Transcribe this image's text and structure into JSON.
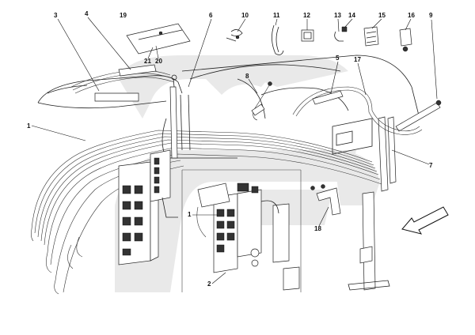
{
  "callouts": [
    {
      "id": "c1",
      "text": "1"
    },
    {
      "id": "c1b",
      "text": "1"
    },
    {
      "id": "c2",
      "text": "2"
    },
    {
      "id": "c3",
      "text": "3"
    },
    {
      "id": "c4",
      "text": "4"
    },
    {
      "id": "c5",
      "text": "5"
    },
    {
      "id": "c6",
      "text": "6"
    },
    {
      "id": "c7",
      "text": "7"
    },
    {
      "id": "c8",
      "text": "8"
    },
    {
      "id": "c9",
      "text": "9"
    },
    {
      "id": "c10",
      "text": "10"
    },
    {
      "id": "c11",
      "text": "11"
    },
    {
      "id": "c12",
      "text": "12"
    },
    {
      "id": "c13",
      "text": "13"
    },
    {
      "id": "c14",
      "text": "14"
    },
    {
      "id": "c15",
      "text": "15"
    },
    {
      "id": "c16",
      "text": "16"
    },
    {
      "id": "c17",
      "text": "17"
    },
    {
      "id": "c18",
      "text": "18"
    },
    {
      "id": "c19",
      "text": "19"
    },
    {
      "id": "c20",
      "text": "20"
    },
    {
      "id": "c21",
      "text": "21"
    }
  ],
  "watermark_color": "#e9e9e9",
  "line_color": "#222222",
  "direction_icon": "arrow-down-left-icon"
}
